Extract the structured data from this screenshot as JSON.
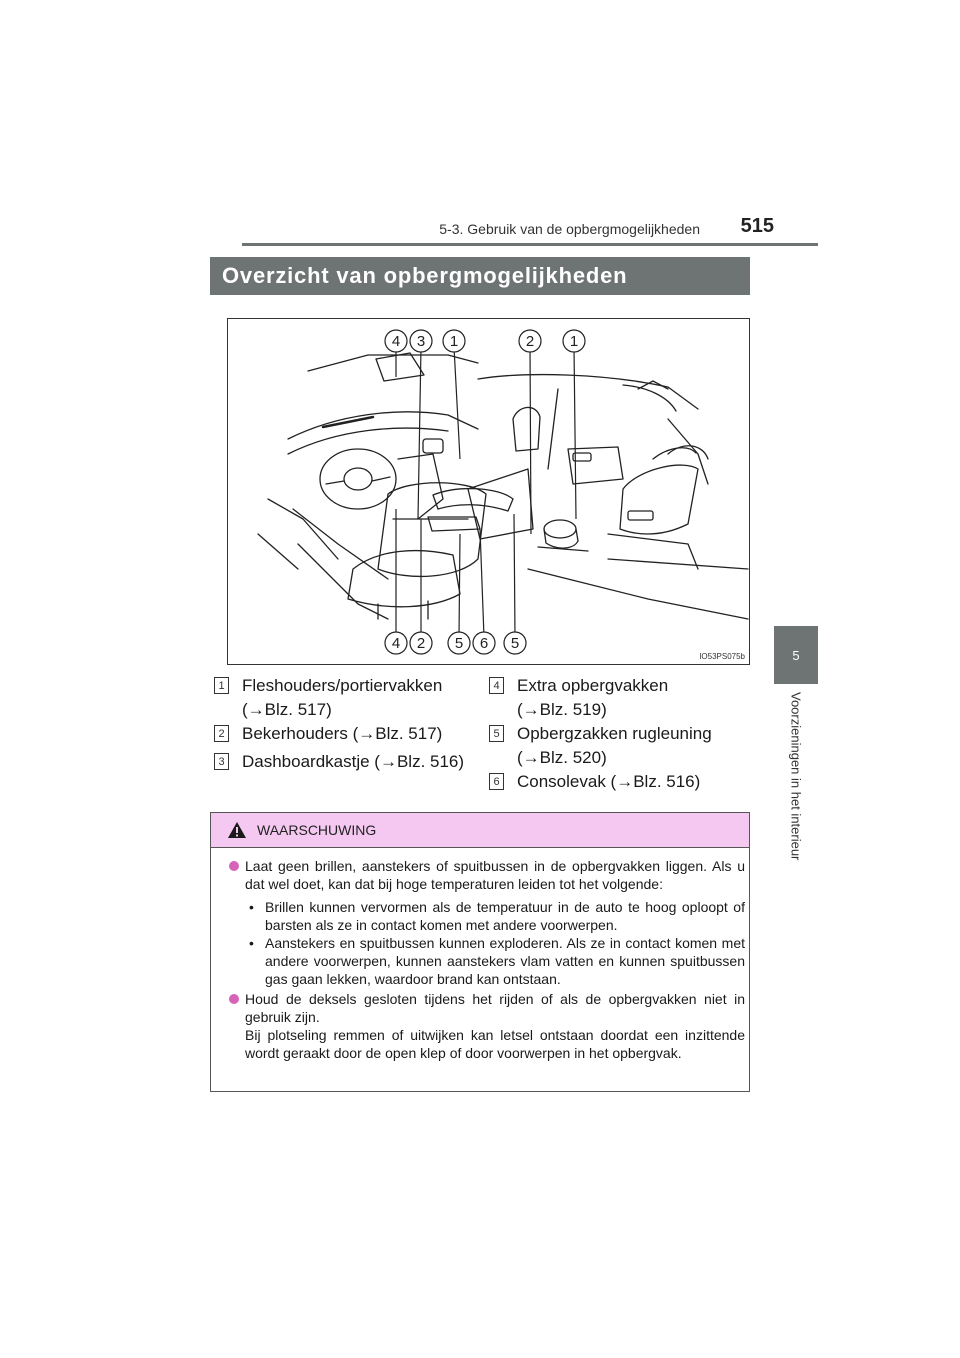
{
  "header": {
    "chapter_title": "5-3. Gebruik van de opbergmogelijkheden",
    "page_number": "515"
  },
  "side_tab": {
    "number": "5",
    "label": "Voorzieningen in het interieur"
  },
  "section": {
    "title": "Overzicht van opbergmogelijkheden"
  },
  "figure": {
    "code": "IO53PS075b",
    "top_callouts": [
      "4",
      "3",
      "1",
      "2",
      "1"
    ],
    "bottom_callouts": [
      "4",
      "2",
      "5",
      "6",
      "5"
    ]
  },
  "legend": [
    {
      "num": "1",
      "line1": "Fleshouders/portiervakken",
      "line2": "(→Blz. 517)"
    },
    {
      "num": "2",
      "line1": "Bekerhouders (→Blz. 517)",
      "line2": ""
    },
    {
      "num": "3",
      "line1": "Dashboardkastje (→Blz. 516)",
      "line2": ""
    },
    {
      "num": "4",
      "line1": "Extra opbergvakken",
      "line2": "(→Blz. 519)"
    },
    {
      "num": "5",
      "line1": "Opbergzakken rugleuning",
      "line2": "(→Blz. 520)"
    },
    {
      "num": "6",
      "line1": "Consolevak (→Blz. 516)",
      "line2": ""
    }
  ],
  "warning": {
    "title": "WAARSCHUWING",
    "bullet1": {
      "text": "Laat geen brillen, aanstekers of spuitbussen in de opbergvakken liggen. Als u dat wel doet, kan dat bij hoge temperaturen leiden tot het volgende:",
      "sub1": "Brillen kunnen vervormen als de temperatuur in de auto te hoog oploopt of barsten als ze in contact komen met andere voorwerpen.",
      "sub2": "Aanstekers en spuitbussen kunnen exploderen. Als ze in contact komen met andere voorwerpen, kunnen aanstekers vlam vatten en kunnen spuitbussen gas gaan lekken, waardoor brand kan ontstaan."
    },
    "bullet2": {
      "text1": "Houd de deksels gesloten tijdens het rijden of als de opbergvakken niet in gebruik zijn.",
      "text2": "Bij plotseling remmen of uitwijken kan letsel ontstaan doordat een inzittende wordt geraakt door de open klep of door voorwerpen in het opbergvak."
    }
  },
  "colors": {
    "band_gray": "#6e7473",
    "warning_pink": "#f4c8f0",
    "bullet_magenta": "#d663b8"
  }
}
